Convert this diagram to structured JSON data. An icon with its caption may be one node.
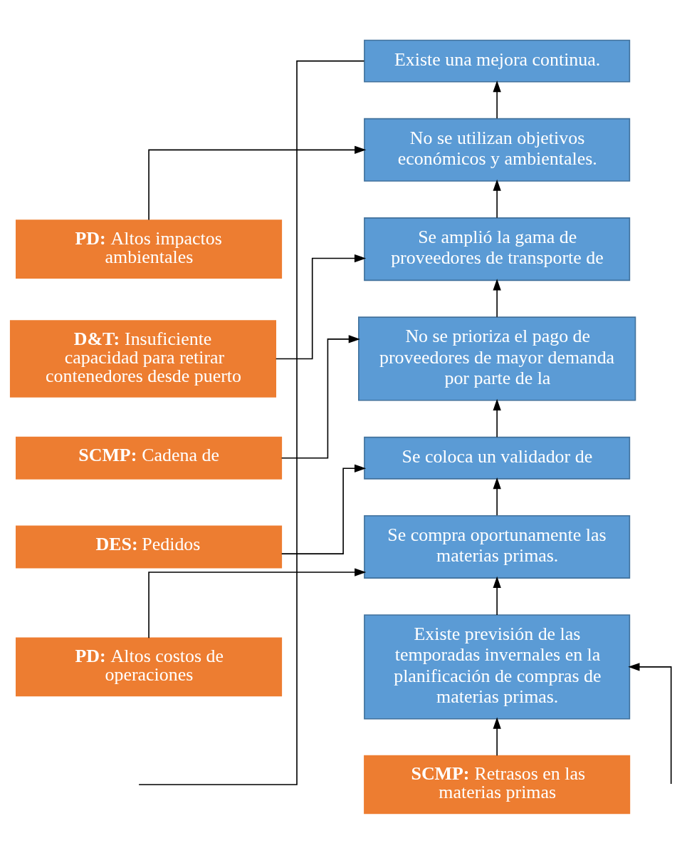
{
  "diagram": {
    "nodes": [
      {
        "text": [
          "Existe una mejora continua."
        ]
      },
      {
        "text": [
          "No se utilizan objetivos económicos y ambientales."
        ]
      },
      {
        "text": [
          "**PD:** Altos impactos ambientales"
        ]
      },
      {
        "text": [
          "Se amplió la gama de proveedores de transporte de"
        ]
      },
      {
        "text": [
          "**D&T:** Insuficiente capacidad para retirar contenedores desde puerto"
        ]
      },
      {
        "text": [
          "No se prioriza el pago de proveedores de mayor demanda por parte de la"
        ]
      },
      {
        "text": [
          "**SCMP:** Cadena de"
        ]
      },
      {
        "text": [
          "Se coloca un validador de"
        ]
      },
      {
        "text": [
          "**DES:** Pedidos"
        ]
      },
      {
        "text": [
          "Se compra oportunamente las materias primas."
        ]
      },
      {
        "text": [
          "**PD:** Altos costos de operaciones"
        ]
      },
      {
        "text": [
          "**SCMP:** Retrasos en las materias primas"
        ]
      },
      {
        "text": [
          "Existe previsión de las temporadas invernales en la planificación de compras de materias primas."
        ]
      }
    ],
    "edges": [
      {
        "from": 1,
        "to": 0,
        "arrow": "to"
      },
      {
        "from": 2,
        "to": 1,
        "arrow": "to"
      },
      {
        "from": 3,
        "to": 1,
        "arrow": "to"
      },
      {
        "from": 4,
        "to": 3,
        "arrow": "to"
      },
      {
        "from": 5,
        "to": 3,
        "arrow": "to"
      },
      {
        "from": 6,
        "to": 5,
        "arrow": "to"
      },
      {
        "from": 7,
        "to": 5,
        "arrow": "to"
      },
      {
        "from": 8,
        "to": 7,
        "arrow": "to"
      },
      {
        "from": 9,
        "to": 7,
        "arrow": "to"
      },
      {
        "from": 10,
        "to": 9,
        "arrow": "to"
      },
      {
        "from": 12,
        "to": 9,
        "arrow": "to"
      },
      {
        "from": 11,
        "to": 12,
        "arrow": "to"
      },
      {
        "from": 0,
        "to": null,
        "arrow": "none"
      },
      {
        "from": null,
        "to": 12,
        "arrow": "to"
      }
    ]
  }
}
